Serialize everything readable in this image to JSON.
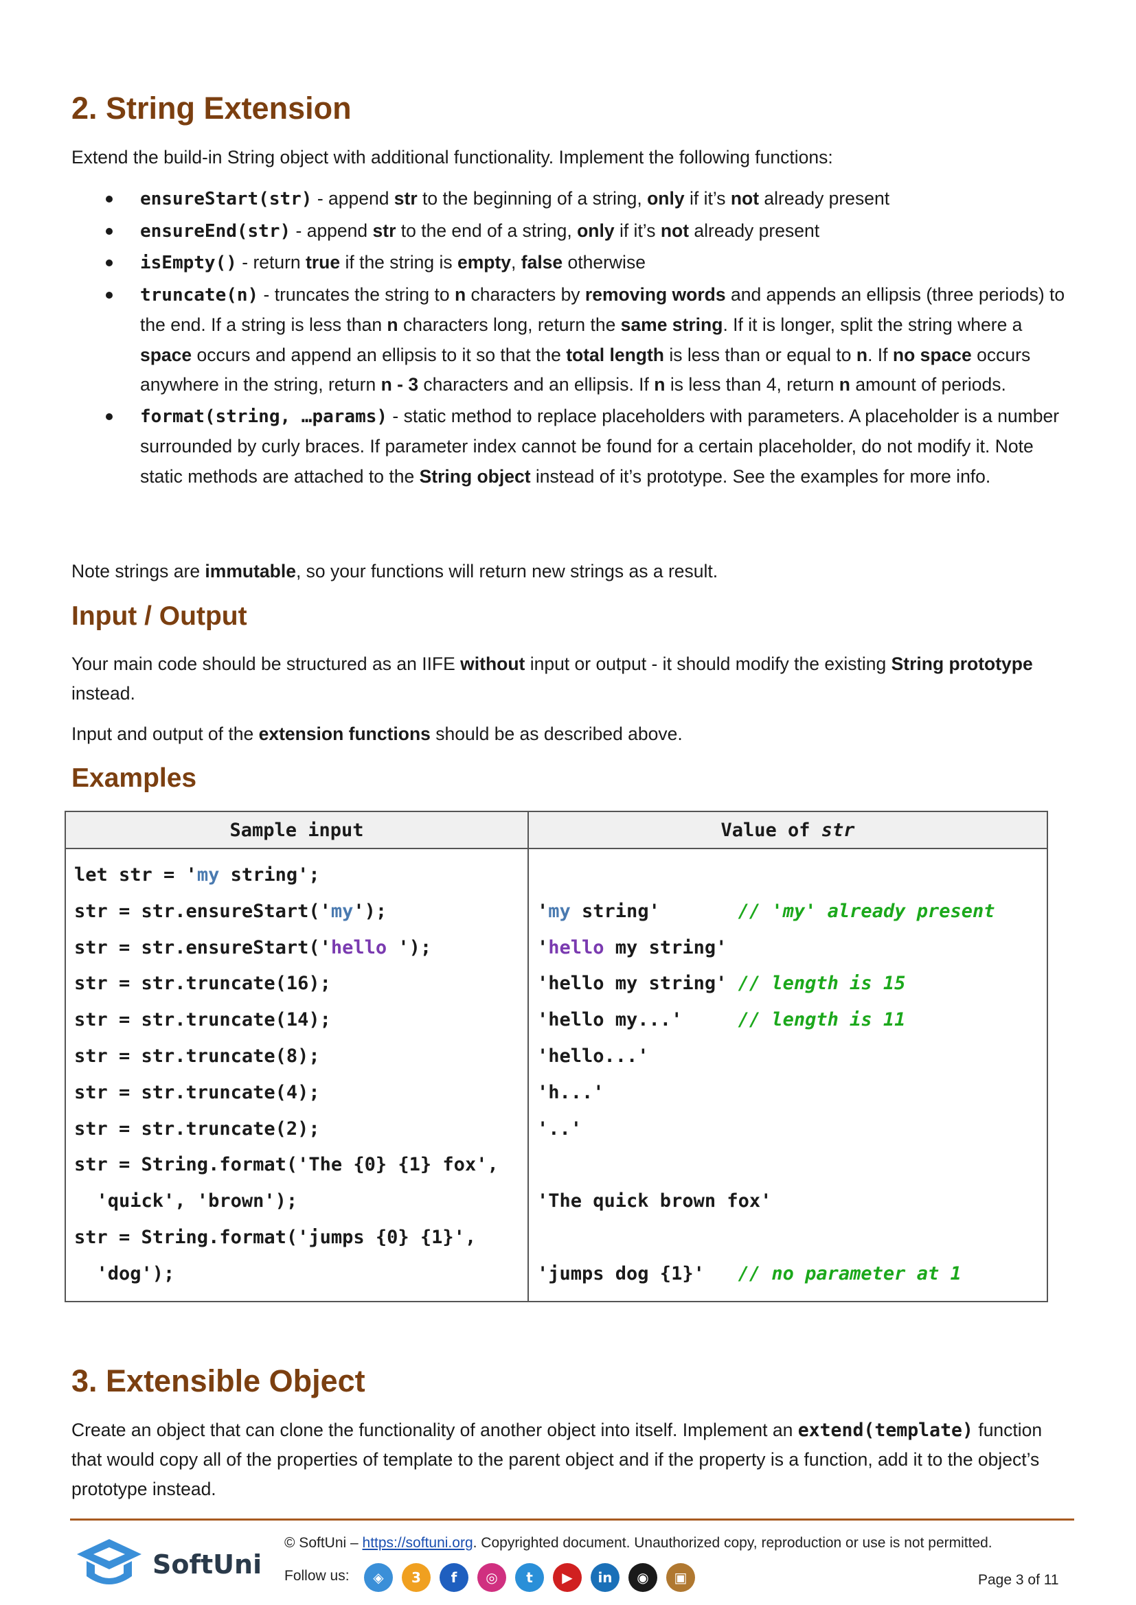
{
  "section2": {
    "title": "2. String Extension",
    "intro": "Extend the build-in String object with additional functionality. Implement the following functions:",
    "bullets": [
      {
        "code": "ensureStart(str)",
        "parts": [
          " - append ",
          {
            "b": "str"
          },
          " to the beginning of a string, ",
          {
            "b": "only"
          },
          " if it’s ",
          {
            "b": "not"
          },
          " already present"
        ]
      },
      {
        "code": "ensureEnd(str)",
        "parts": [
          " - append ",
          {
            "b": "str"
          },
          " to the end of a string, ",
          {
            "b": "only"
          },
          " if it’s ",
          {
            "b": "not"
          },
          " already present"
        ]
      },
      {
        "code": "isEmpty()",
        "parts": [
          " - return ",
          {
            "b": "true"
          },
          " if the string is ",
          {
            "b": "empty"
          },
          ", ",
          {
            "b": "false"
          },
          " otherwise"
        ]
      },
      {
        "code": "truncate(n)",
        "parts": [
          " - truncates the string to ",
          {
            "b": "n"
          },
          " characters by ",
          {
            "b": "removing words"
          },
          " and appends an ellipsis (three periods) to the end. If a string is less than ",
          {
            "b": "n"
          },
          " characters long, return the ",
          {
            "b": "same string"
          },
          ". If it is longer, split the string where a ",
          {
            "b": "space"
          },
          " occurs and append an ellipsis to it so that the ",
          {
            "b": "total length"
          },
          " is less than or equal to ",
          {
            "b": "n"
          },
          ". If ",
          {
            "b": "no space"
          },
          " occurs anywhere in the string, return ",
          {
            "b": "n - 3"
          },
          " characters and an ellipsis. If ",
          {
            "b": "n"
          },
          " is less than 4, return ",
          {
            "b": "n"
          },
          " amount of periods."
        ]
      },
      {
        "code": "format(string, …params)",
        "parts": [
          " - static method to replace placeholders with parameters. A placeholder is a number surrounded by curly braces. If parameter index cannot be found for a certain placeholder, do not modify it. Note static methods are attached to the ",
          {
            "b": "String object"
          },
          " instead of it’s prototype. See the examples for more info."
        ]
      }
    ],
    "note": [
      "Note strings are ",
      {
        "b": "immutable"
      },
      ", so your functions will return new strings as a result."
    ],
    "io_title": "Input / Output",
    "io_p1": [
      "Your main code should be structured as an IIFE ",
      {
        "b": "without"
      },
      " input or output - it should modify the existing ",
      {
        "b": "String prototype"
      },
      " instead."
    ],
    "io_p2": [
      "Input and output of the ",
      {
        "b": "extension functions"
      },
      " should be as described above."
    ],
    "examples_title": "Examples"
  },
  "table": {
    "header_left": "Sample input",
    "header_right_prefix": "Value of ",
    "header_right_em": "str",
    "left_lines": [
      [
        {
          "t": "let str = '"
        },
        {
          "t": "my",
          "c": "blue"
        },
        {
          "t": " string';"
        }
      ],
      [
        {
          "t": "str = str.ensureStart('"
        },
        {
          "t": "my",
          "c": "blue"
        },
        {
          "t": "');"
        }
      ],
      [
        {
          "t": "str = str.ensureStart('"
        },
        {
          "t": "hello",
          "c": "purple"
        },
        {
          "t": " ');"
        }
      ],
      [
        {
          "t": "str = str.truncate(16);"
        }
      ],
      [
        {
          "t": "str = str.truncate(14);"
        }
      ],
      [
        {
          "t": "str = str.truncate(8);"
        }
      ],
      [
        {
          "t": "str = str.truncate(4);"
        }
      ],
      [
        {
          "t": "str = str.truncate(2);"
        }
      ],
      [
        {
          "t": "str = String.format('The {0} {1} fox',"
        }
      ],
      [
        {
          "t": "  'quick', 'brown');"
        }
      ],
      [
        {
          "t": "str = String.format('jumps {0} {1}',"
        }
      ],
      [
        {
          "t": "  'dog');"
        }
      ]
    ],
    "right_lines": [
      [],
      [
        {
          "t": "'"
        },
        {
          "t": "my",
          "c": "blue"
        },
        {
          "t": " string'       "
        },
        {
          "t": "// 'my' already present",
          "c": "green"
        }
      ],
      [
        {
          "t": "'"
        },
        {
          "t": "hello",
          "c": "purple"
        },
        {
          "t": " my string'"
        }
      ],
      [
        {
          "t": "'hello my string' "
        },
        {
          "t": "// length is 15",
          "c": "green"
        }
      ],
      [
        {
          "t": "'hello my...'     "
        },
        {
          "t": "// length is 11",
          "c": "green"
        }
      ],
      [
        {
          "t": "'hello...'"
        }
      ],
      [
        {
          "t": "'h...'"
        }
      ],
      [
        {
          "t": "'..'"
        }
      ],
      [],
      [
        {
          "t": "'The quick brown fox'"
        }
      ],
      [],
      [
        {
          "t": "'jumps dog {1}'   "
        },
        {
          "t": "// no parameter at 1",
          "c": "green"
        }
      ]
    ]
  },
  "section3": {
    "title": "3. Extensible Object",
    "body": [
      "Create an object that can clone the functionality of another object into itself. Implement an ",
      {
        "code": "extend(template)"
      },
      " function that would copy all of the properties of template to the parent object and if the property is a function, add it to the object’s prototype instead."
    ]
  },
  "footer": {
    "copyright_prefix": "© SoftUni – ",
    "link": "https://softuni.org",
    "copyright_suffix": ". Copyrighted document. Unauthorized copy, reproduction or use is not permitted.",
    "follow": "Follow us:",
    "page": "Page 3 of 11",
    "logo_text": "SoftUni",
    "icons": [
      {
        "name": "softuni-icon",
        "color": "#3a8fd8",
        "glyph": "◈"
      },
      {
        "name": "softuni-creative-icon",
        "color": "#f0a020",
        "glyph": "3"
      },
      {
        "name": "facebook-icon",
        "color": "#1f5fbf",
        "glyph": "f"
      },
      {
        "name": "instagram-icon",
        "color": "#d03080",
        "glyph": "◎"
      },
      {
        "name": "twitter-icon",
        "color": "#2a8fd8",
        "glyph": "t"
      },
      {
        "name": "youtube-icon",
        "color": "#d02020",
        "glyph": "▶"
      },
      {
        "name": "linkedin-icon",
        "color": "#1a70b8",
        "glyph": "in"
      },
      {
        "name": "github-icon",
        "color": "#1a1a1a",
        "glyph": "◉"
      },
      {
        "name": "softuni-box-icon",
        "color": "#b07830",
        "glyph": "▣"
      }
    ]
  }
}
